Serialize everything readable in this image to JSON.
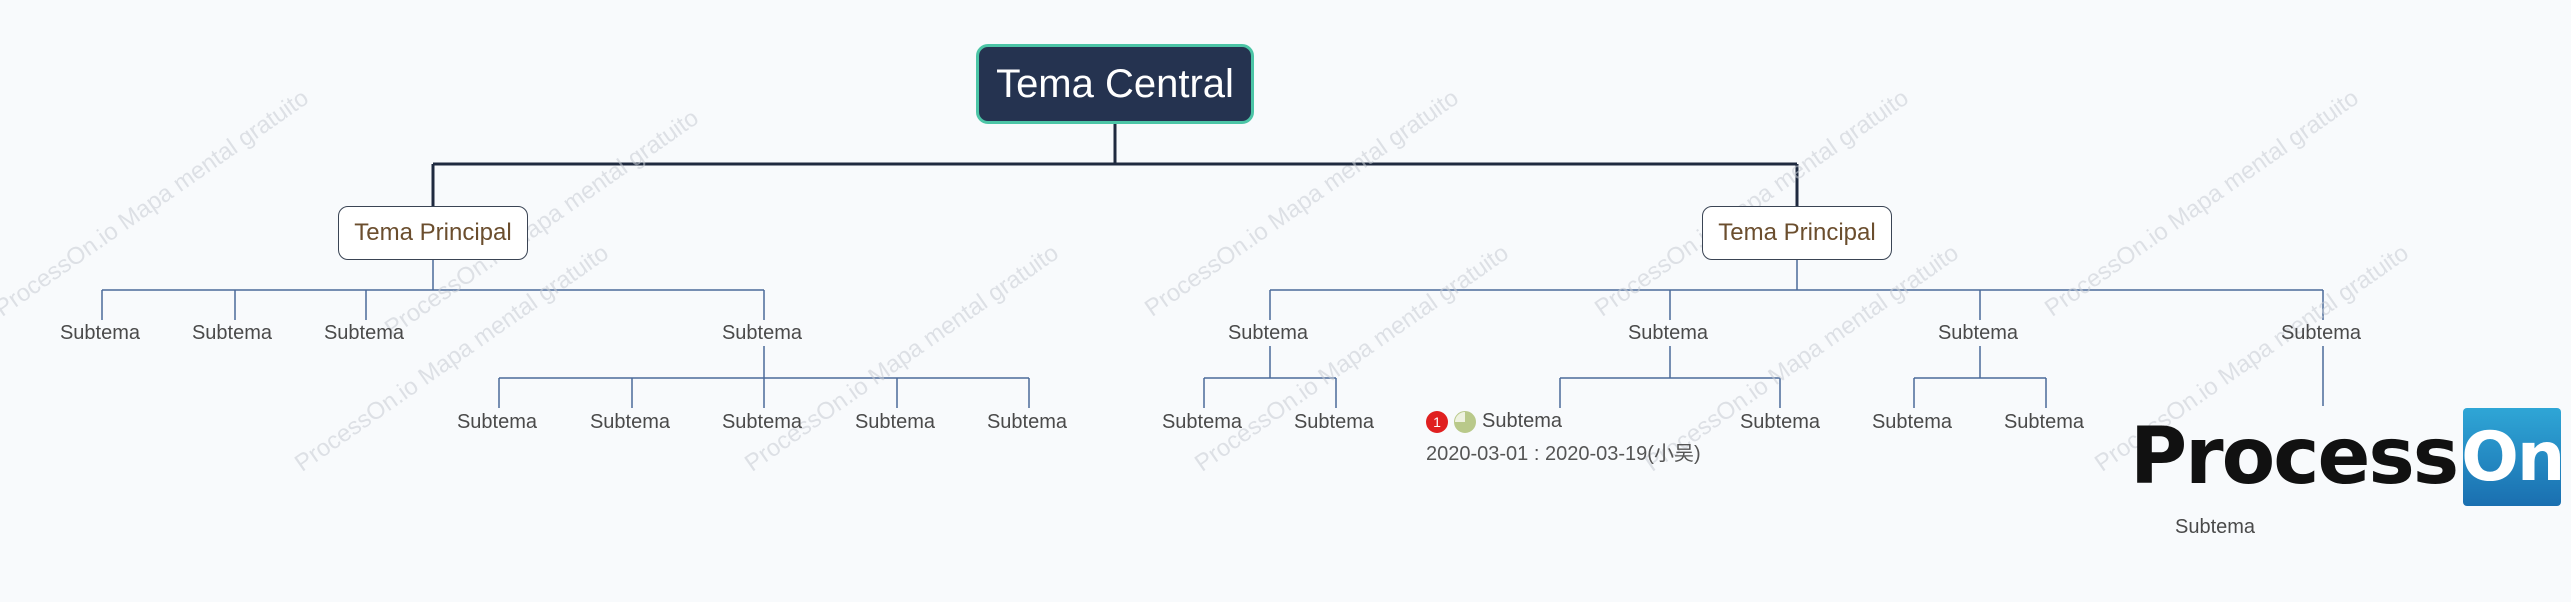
{
  "watermark": "ProcessOn.io Mapa mental gratuito",
  "central": {
    "label": "Tema Central"
  },
  "main_topics": [
    {
      "label": "Tema Principal"
    },
    {
      "label": "Tema Principal"
    }
  ],
  "subtopics": {
    "left": {
      "level1": [
        "Subtema",
        "Subtema",
        "Subtema",
        "Subtema"
      ],
      "level2": [
        "Subtema",
        "Subtema",
        "Subtema",
        "Subtema",
        "Subtema"
      ]
    },
    "right": {
      "level1": [
        "Subtema",
        "Subtema",
        "Subtema",
        "Subtema"
      ],
      "group1_children": [
        "Subtema",
        "Subtema"
      ],
      "group2_children": [
        "Subtema"
      ],
      "group3_children": [
        "Subtema",
        "Subtema"
      ],
      "group4_children": [
        "Subtema"
      ]
    }
  },
  "task_node": {
    "priority": "1",
    "progress_percent": 75,
    "label": "Subtema",
    "date_range": "2020-03-01 : 2020-03-19(小吴)"
  },
  "logo": {
    "text": "Process",
    "box_text": "On"
  },
  "colors": {
    "central_bg": "#253350",
    "central_border": "#4cc5a6",
    "main_line": "#1f2a3f",
    "sub_line": "#4a6a9a",
    "main_text": "#6b4e2e",
    "priority_red": "#e02020",
    "progress_green": "#b9c98a"
  }
}
